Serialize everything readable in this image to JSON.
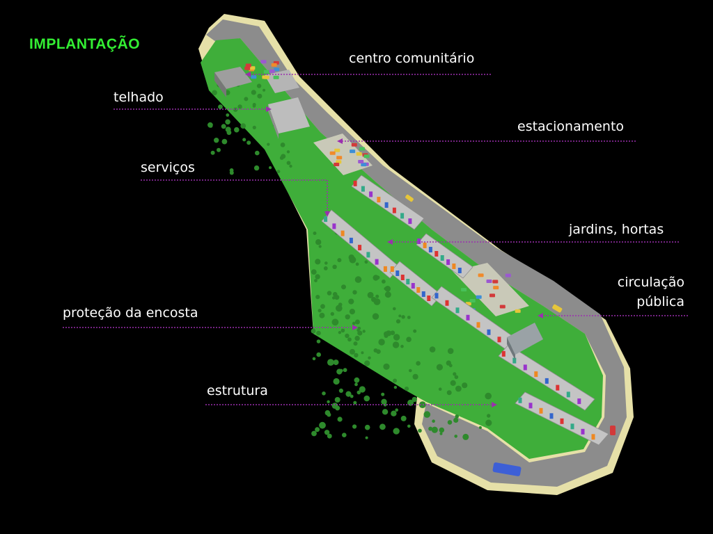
{
  "title": "IMPLANTAÇÃO",
  "colors": {
    "background": "#000000",
    "title": "#33ee33",
    "label": "#ffffff",
    "leader_line": "#9b2fae",
    "terrain": "#3fae3a",
    "road": "#8a8a8a",
    "building": "#b9b9b9"
  },
  "labels": {
    "centro_comunitario": "centro comunitário",
    "telhado": "telhado",
    "estacionamento": "estacionamento",
    "servicos": "serviços",
    "jardins_hortas": "jardins, hortas",
    "circulacao_publica_line1": "circulação",
    "circulacao_publica_line2": "pública",
    "protecao_encosta": "proteção da encosta",
    "estrutura": "estrutura"
  }
}
